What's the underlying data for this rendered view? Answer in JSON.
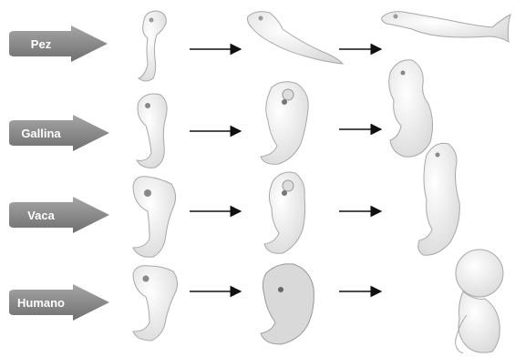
{
  "title": "",
  "rows": [
    {
      "label": "Pez"
    },
    {
      "label": "Gallina"
    },
    {
      "label": "Vaca"
    },
    {
      "label": "Humano"
    }
  ],
  "colors": {
    "tag_fill": "#8c8c8c",
    "tag_dark": "#6f6f6f",
    "embryo_fill": "#f2f2f2",
    "embryo_stroke": "#a8a8a8",
    "arrow": "#111111"
  },
  "icons": [
    "label-tag-icon",
    "embryo-icon",
    "arrow-right-icon"
  ]
}
